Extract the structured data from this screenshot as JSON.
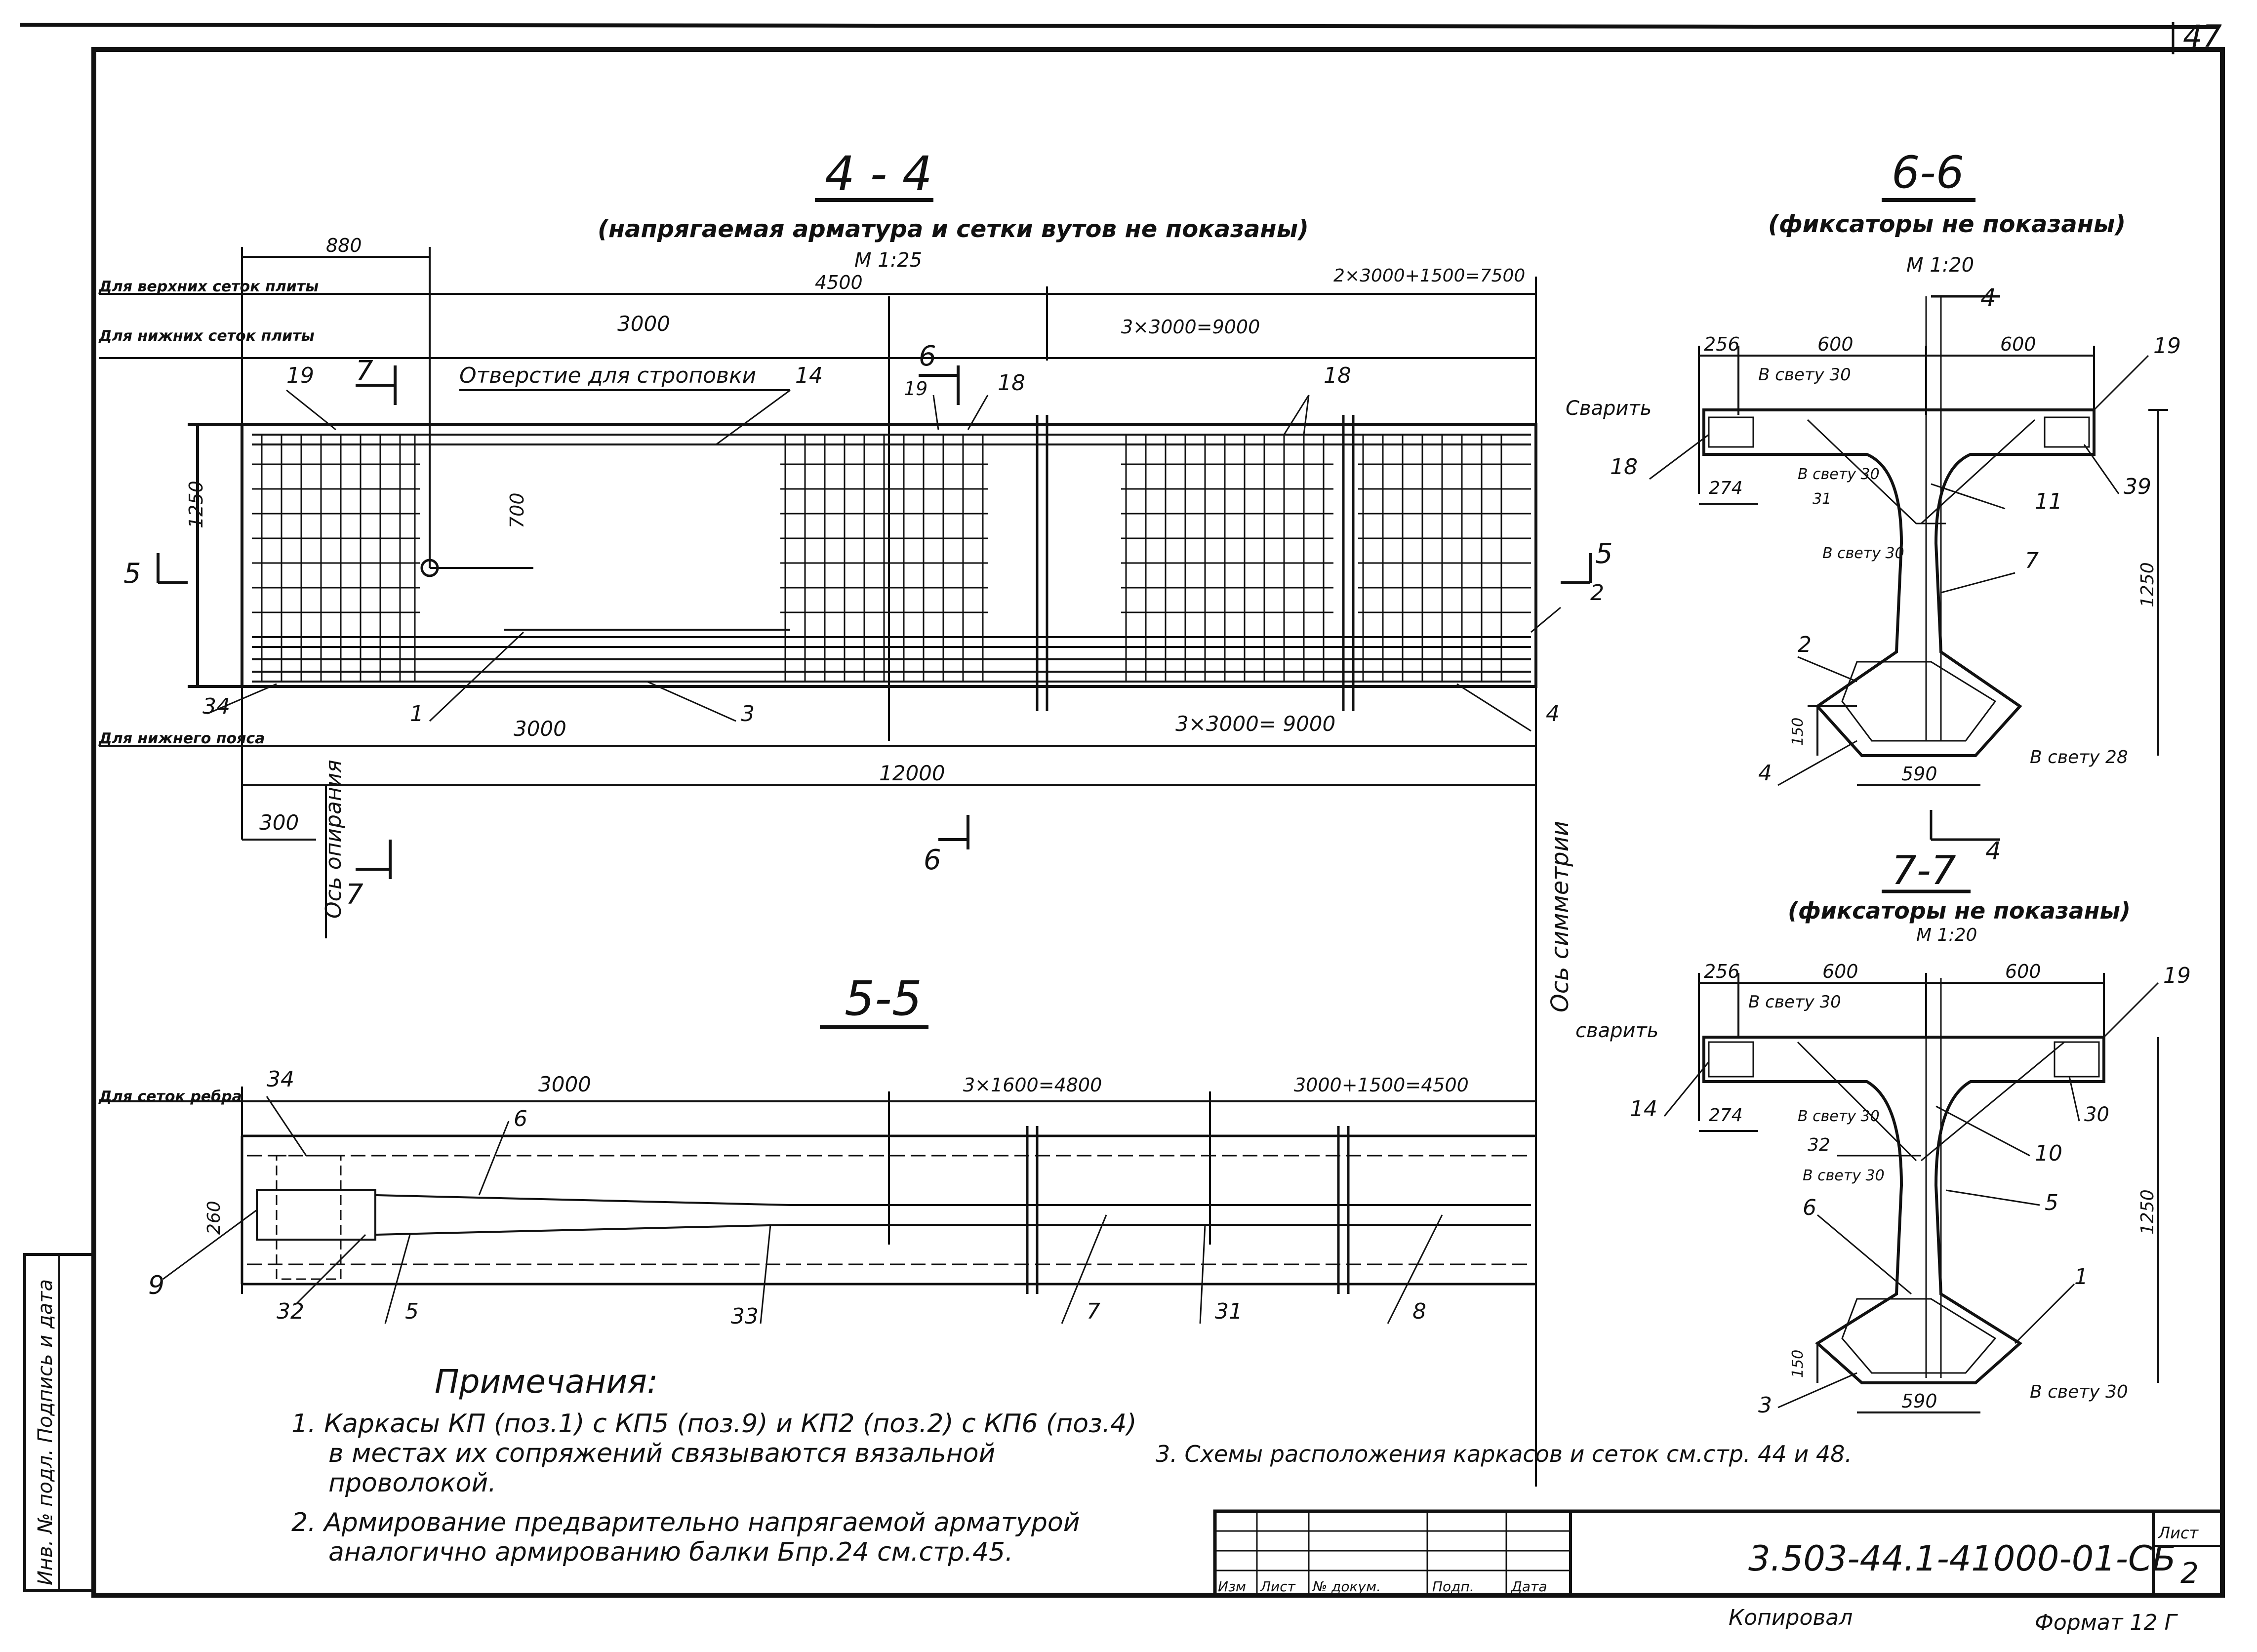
{
  "sheet": {
    "page_number": "47",
    "doc_code": "3.503-44.1-41000-01-СБ",
    "sheet_label": "Лист",
    "sheet_number": "2",
    "copied_by": "Копировал",
    "format": "Формат 12 Г",
    "stamp_headers": [
      "Изм",
      "Лист",
      "№ докум.",
      "Подп.",
      "Дата"
    ],
    "side_stamp": "Инв. № подл.  Подпись и дата"
  },
  "section_44": {
    "title": "4 - 4",
    "subtitle": "(напрягаемая арматура и сетки вутов не показаны)",
    "scale": "М 1:25",
    "dims": {
      "d880": "880",
      "d4500": "4500",
      "d2x3000": "2×3000+1500=7500",
      "d3000_top": "3000",
      "d3x3000_top": "3×3000=9000",
      "d1250": "1250",
      "d700": "700",
      "d3000_bot": "3000",
      "d3x3000_bot": "3×3000= 9000",
      "d12000": "12000",
      "d300": "300"
    },
    "side_labels": {
      "upper": "Для верхних сеток плиты",
      "lower": "Для нижних сеток плиты",
      "bottom_belt": "Для нижнего пояса"
    },
    "hole_label": "Отверстие для строповки",
    "axis_support": "Ось опирания",
    "axis_symmetry": "Ось симметрии",
    "cut_marks": [
      "5",
      "5",
      "6",
      "6",
      "7",
      "7"
    ],
    "callouts": [
      "19",
      "14",
      "19",
      "18",
      "18",
      "34",
      "1",
      "3",
      "4",
      "2"
    ]
  },
  "section_55": {
    "title": "5-5",
    "dims": {
      "d3000": "3000",
      "d3x1600": "3×1600=4800",
      "d3000_1500": "3000+1500=4500",
      "d260": "260"
    },
    "side_label": "Для сеток ребра",
    "callouts": [
      "34",
      "6",
      "9",
      "32",
      "5",
      "33",
      "7",
      "31",
      "8"
    ]
  },
  "section_66": {
    "title": "6-6",
    "subtitle": "(фиксаторы не показаны)",
    "scale": "М 1:20",
    "dims": {
      "d256": "256",
      "d600a": "600",
      "d600b": "600",
      "d274": "274",
      "d1250": "1250",
      "d150": "150",
      "d590": "590"
    },
    "notes": {
      "weld": "Сварить",
      "clear1": "В свету 30",
      "clear2": "В свету 30",
      "clear3": "В свету 30",
      "clear4": "В свету 28"
    },
    "callouts": [
      "4",
      "19",
      "18",
      "31",
      "11",
      "39",
      "7",
      "2",
      "4",
      "4"
    ]
  },
  "section_77": {
    "title": "7-7",
    "subtitle": "(фиксаторы не показаны)",
    "scale": "М 1:20",
    "dims": {
      "d256": "256",
      "d600a": "600",
      "d600b": "600",
      "d274": "274",
      "d1250": "1250",
      "d150": "150",
      "d590": "590"
    },
    "notes": {
      "weld": "сварить",
      "clear1": "В свету 30",
      "clear2": "В свету 30",
      "clear3": "В свету 30",
      "clear4": "В свету 30"
    },
    "callouts": [
      "19",
      "14",
      "30",
      "32",
      "10",
      "5",
      "6",
      "1",
      "3"
    ]
  },
  "notes": {
    "heading": "Примечания:",
    "items": [
      "1. Каркасы КП (поз.1) с КП5 (поз.9) и КП2 (поз.2) с КП6 (поз.4)",
      "в местах их сопряжений связываются вязальной",
      "проволокой.",
      "2. Армирование предварительно напрягаемой арматурой",
      "аналогично армированию балки Бпр.24 см.стр.45.",
      "3. Схемы расположения каркасов и сеток см.стр. 44 и 48."
    ]
  }
}
